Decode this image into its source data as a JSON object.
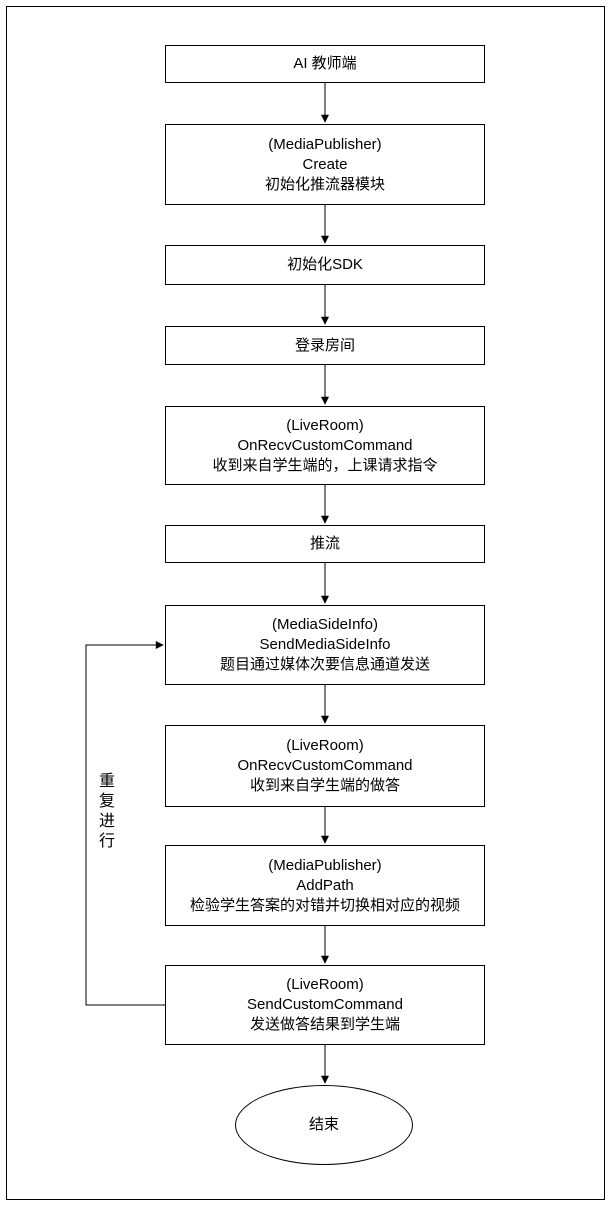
{
  "flow": {
    "title": "AI teacher-side live streaming flowchart",
    "colors": {
      "stroke": "#000000",
      "background": "#ffffff",
      "text": "#000000"
    },
    "nodes": [
      {
        "id": "start",
        "lines": [
          "AI 教师端"
        ]
      },
      {
        "id": "create-publisher",
        "lines": [
          "(MediaPublisher)",
          "Create",
          "初始化推流器模块"
        ]
      },
      {
        "id": "init-sdk",
        "lines": [
          "初始化SDK"
        ]
      },
      {
        "id": "login-room",
        "lines": [
          "登录房间"
        ]
      },
      {
        "id": "recv-class-request",
        "lines": [
          "(LiveRoom)",
          "OnRecvCustomCommand",
          "收到来自学生端的，上课请求指令"
        ]
      },
      {
        "id": "push-stream",
        "lines": [
          "推流"
        ]
      },
      {
        "id": "send-media-side-info",
        "lines": [
          "(MediaSideInfo)",
          "SendMediaSideInfo",
          "题目通过媒体次要信息通道发送"
        ]
      },
      {
        "id": "recv-answer",
        "lines": [
          "(LiveRoom)",
          "OnRecvCustomCommand",
          "收到来自学生端的做答"
        ]
      },
      {
        "id": "add-path",
        "lines": [
          "(MediaPublisher)",
          "AddPath",
          "检验学生答案的对错并切换相对应的视频"
        ]
      },
      {
        "id": "send-result",
        "lines": [
          "(LiveRoom)",
          "SendCustomCommand",
          "发送做答结果到学生端"
        ]
      },
      {
        "id": "end",
        "lines": [
          "结束"
        ]
      }
    ],
    "loop_label": "重复进行"
  }
}
